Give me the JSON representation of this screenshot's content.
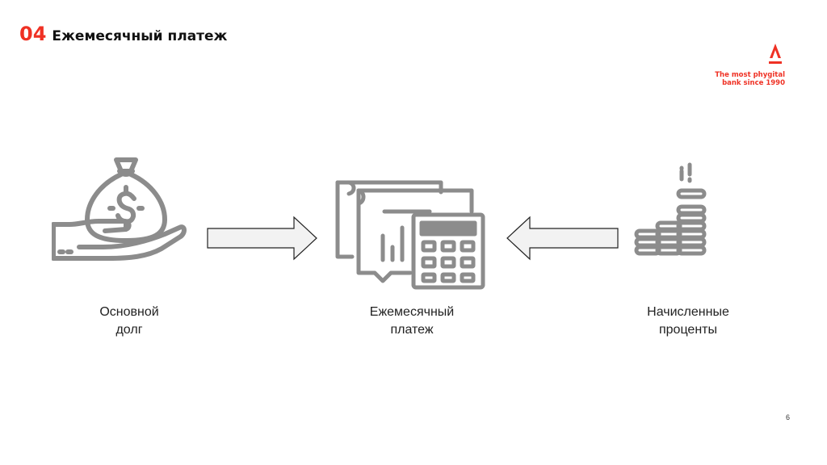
{
  "header": {
    "slide_number": "04",
    "title": "Ежемесячный платеж"
  },
  "logo": {
    "brand_color": "#ef3124",
    "mark": "alfa-bank-a-logo",
    "tagline_line1": "The most phygital",
    "tagline_line2": "bank since 1990"
  },
  "diagram": {
    "icon_color": "#8c8c8c",
    "nodes": [
      {
        "id": "principal",
        "icon": "money-bag-hand-icon",
        "line1": "Основной",
        "line2": "долг"
      },
      {
        "id": "payment",
        "icon": "calculator-documents-icon",
        "line1": "Ежемесячный",
        "line2": "платеж"
      },
      {
        "id": "interest",
        "icon": "coin-stacks-icon",
        "line1": "Начисленные",
        "line2": "проценты"
      }
    ],
    "arrows": [
      {
        "from": "principal",
        "to": "payment",
        "direction": "right"
      },
      {
        "from": "interest",
        "to": "payment",
        "direction": "left"
      }
    ]
  },
  "footer": {
    "page_number": "6"
  }
}
